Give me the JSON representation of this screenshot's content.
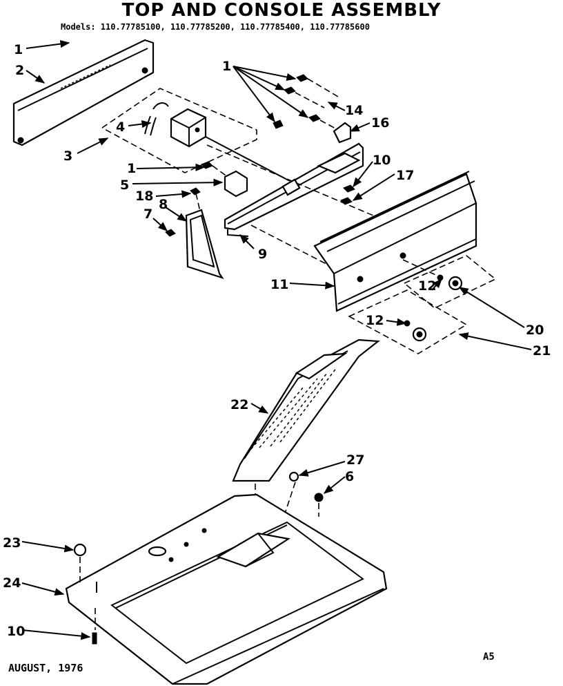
{
  "title": "TOP AND CONSOLE ASSEMBLY",
  "models_line": "Models: 110.77785100, 110.77785200, 110.77785400, 110.77785600",
  "footer_date": "AUGUST, 1976",
  "page_ref": "A5",
  "callouts": {
    "c1a": "1",
    "c2": "2",
    "c3": "3",
    "c4": "4",
    "c1b": "1",
    "c5": "5",
    "c18": "18",
    "c8": "8",
    "c7": "7",
    "c9": "9",
    "c1c": "1",
    "c14": "14",
    "c16": "16",
    "c10a": "10",
    "c17": "17",
    "c11": "11",
    "c12a": "12",
    "c12b": "12",
    "c20": "20",
    "c21": "21",
    "c22": "22",
    "c27": "27",
    "c6": "6",
    "c23": "23",
    "c24": "24",
    "c10b": "10"
  }
}
